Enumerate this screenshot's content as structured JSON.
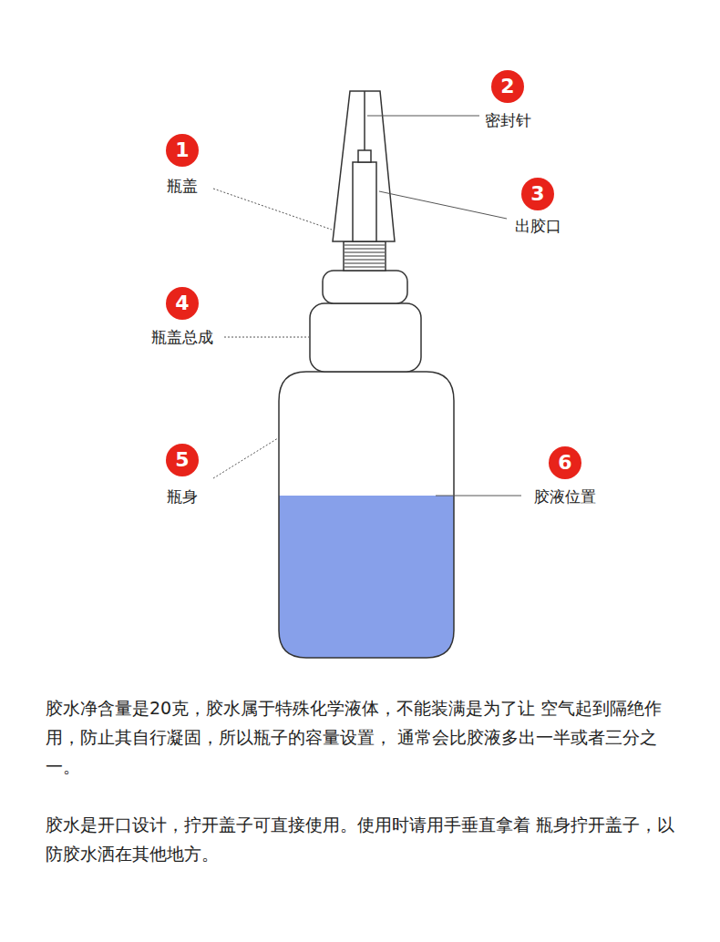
{
  "diagram": {
    "labels": [
      "1",
      "瓶盖",
      "2",
      "密封针",
      "3",
      "出胶口",
      "4",
      "瓶盖总成",
      "5",
      "瓶身",
      "6",
      "胶液位置",
      "胶水净含量是20克，胶水属于特殊化学液体，不能装满是为了让 空气起到隔绝作用，防止其自行凝固，所以瓶子的容量设置， 通常会比胶液多出一半或者三分之一。",
      "胶水是开口设计，拧开盖子可直接使用。使用时请用手垂直拿着 瓶身拧开盖子，以防胶水洒在其他地方。"
    ]
  }
}
